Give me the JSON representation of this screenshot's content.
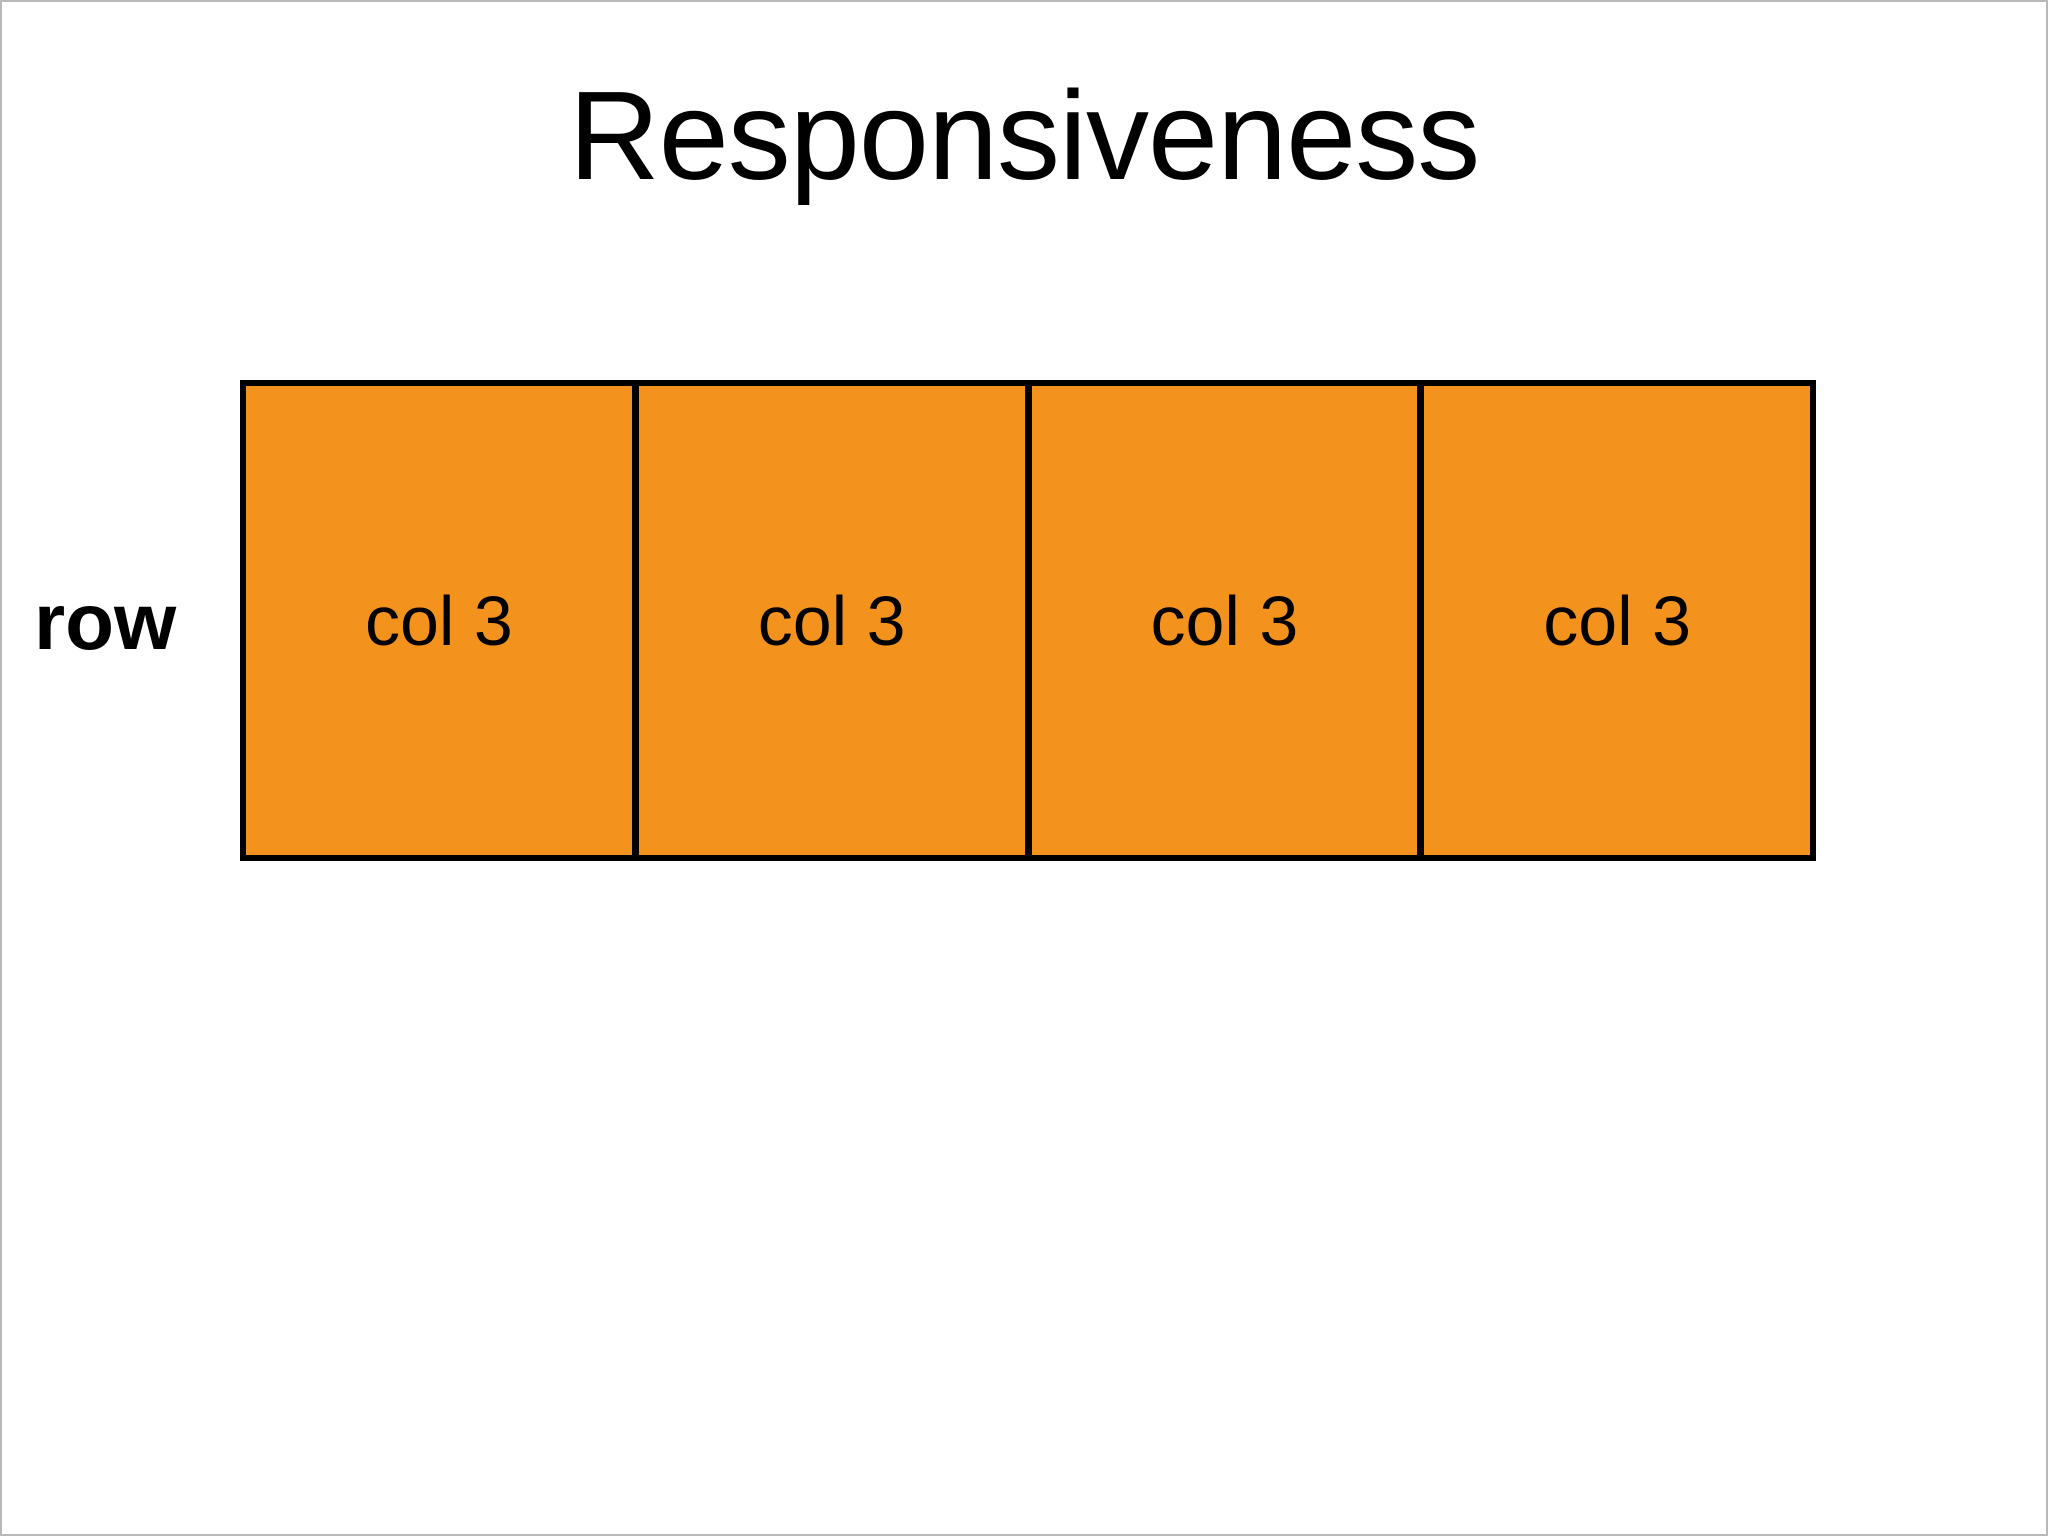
{
  "slide": {
    "title": "Responsiveness",
    "row": {
      "label": "row",
      "columns": [
        {
          "label": "col 3"
        },
        {
          "label": "col 3"
        },
        {
          "label": "col 3"
        },
        {
          "label": "col 3"
        }
      ]
    },
    "colors": {
      "column_fill": "#F3921D",
      "border": "#000000",
      "background": "#FFFFFF"
    }
  }
}
